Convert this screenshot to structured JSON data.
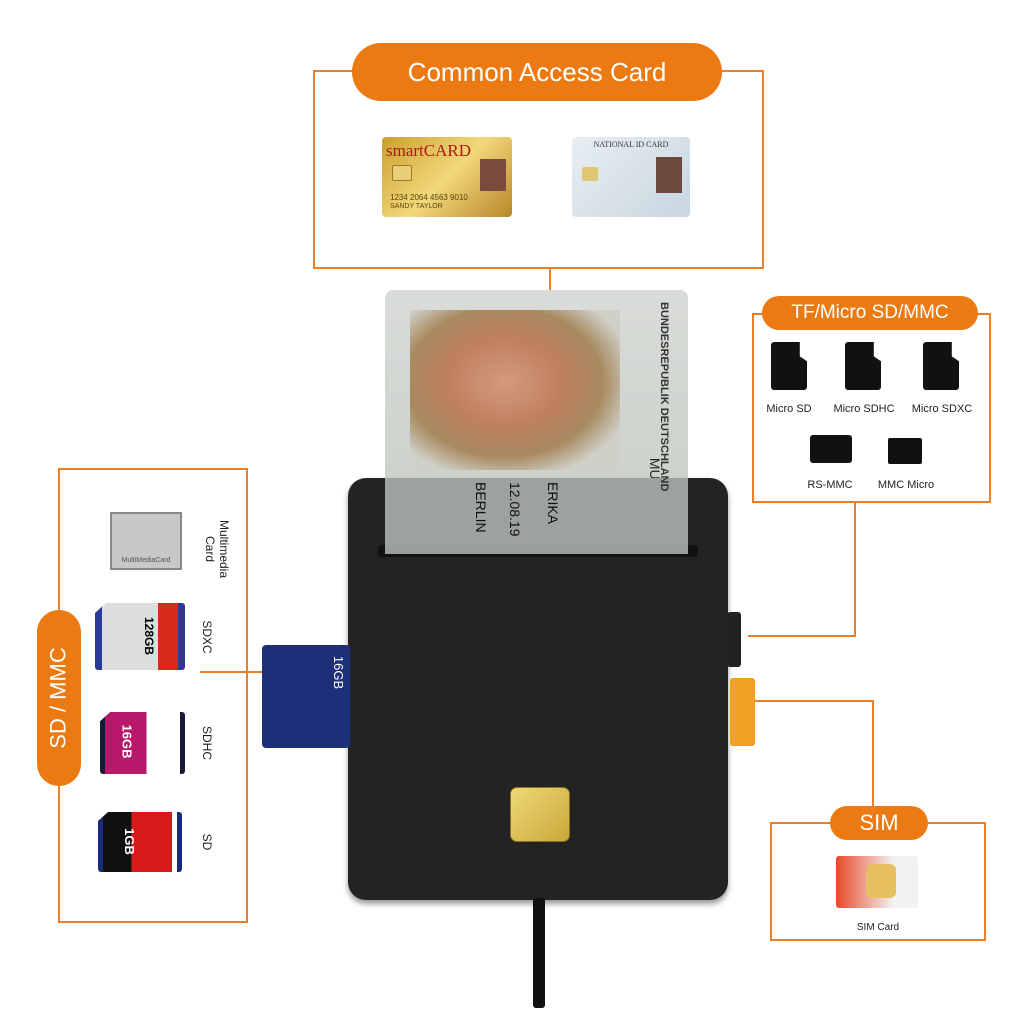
{
  "cac": {
    "title": "Common Access Card",
    "smartcard_text": "smartCARD",
    "smartcard_number": "1234 2064 4563 9010",
    "smartcard_name": "SANDY TAYLOR",
    "national_id_text": "NATIONAL ID CARD"
  },
  "id_card": {
    "text": "BUNDESREPUBLIK DEUTSCHLAND",
    "surname": "MUSTERMANN",
    "name": "ERIKA",
    "city": "BERLIN",
    "date": "12.08.19"
  },
  "tf": {
    "title": "TF/Micro SD/MMC",
    "items": [
      "Micro SD",
      "Micro SDHC",
      "Micro SDXC",
      "RS-MMC",
      "MMC Micro"
    ]
  },
  "sd": {
    "title": "SD / MMC",
    "items": [
      "Multimedia Card",
      "SDXC",
      "SDHC",
      "SD"
    ],
    "card_labels": [
      "MultiMediaCard",
      "128GB",
      "16GB",
      "1GB"
    ],
    "inserted_card": "16GB"
  },
  "sim": {
    "title": "SIM",
    "item": "SIM Card"
  },
  "colors": {
    "accent": "#ec7a12",
    "reader": "#232323",
    "chip": "#e2c45a"
  }
}
